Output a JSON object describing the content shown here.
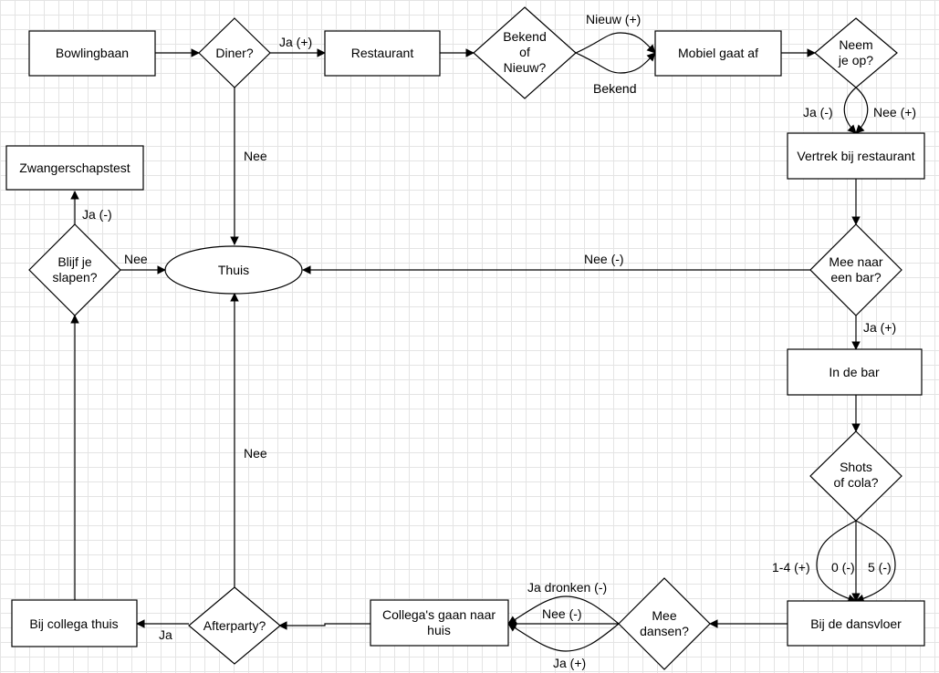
{
  "nodes": [
    {
      "id": "bowlingbaan",
      "label": "Bowlingbaan"
    },
    {
      "id": "diner",
      "label": "Diner?"
    },
    {
      "id": "restaurant",
      "label": "Restaurant"
    },
    {
      "id": "bekend_nieuw",
      "label": "Bekend\nof\nNieuw?"
    },
    {
      "id": "mobiel",
      "label": "Mobiel gaat af"
    },
    {
      "id": "neem_op",
      "label": "Neem\nje op?"
    },
    {
      "id": "vertrek",
      "label": "Vertrek bij restaurant"
    },
    {
      "id": "mee_bar",
      "label": "Mee naar\neen bar?"
    },
    {
      "id": "in_bar",
      "label": "In de bar"
    },
    {
      "id": "shots",
      "label": "Shots\nof cola?"
    },
    {
      "id": "dansvloer",
      "label": "Bij de dansvloer"
    },
    {
      "id": "mee_dansen",
      "label": "Mee\ndansen?"
    },
    {
      "id": "collegas",
      "label": "Collega's gaan naar\nhuis"
    },
    {
      "id": "afterparty",
      "label": "Afterparty?"
    },
    {
      "id": "collega_thuis",
      "label": "Bij collega thuis"
    },
    {
      "id": "blijf_slapen",
      "label": "Blijf je\nslapen?"
    },
    {
      "id": "zwanger",
      "label": "Zwangerschapstest"
    },
    {
      "id": "thuis",
      "label": "Thuis"
    }
  ],
  "edges": [
    {
      "id": "bowling-diner",
      "label": ""
    },
    {
      "id": "diner-restaurant",
      "label": "Ja (+)"
    },
    {
      "id": "diner-thuis",
      "label": "Nee"
    },
    {
      "id": "restaurant-bekend",
      "label": ""
    },
    {
      "id": "bekend-mobiel-nieuw",
      "label": "Nieuw (+)"
    },
    {
      "id": "bekend-mobiel-bekend",
      "label": "Bekend"
    },
    {
      "id": "mobiel-neem",
      "label": ""
    },
    {
      "id": "neem-vertrek-ja",
      "label": "Ja (-)"
    },
    {
      "id": "neem-vertrek-nee",
      "label": "Nee (+)"
    },
    {
      "id": "vertrek-meebar",
      "label": ""
    },
    {
      "id": "meebar-thuis",
      "label": "Nee (-)"
    },
    {
      "id": "meebar-inbar",
      "label": "Ja (+)"
    },
    {
      "id": "inbar-shots",
      "label": ""
    },
    {
      "id": "shots-dans-14",
      "label": "1-4 (+)"
    },
    {
      "id": "shots-dans-0",
      "label": "0 (-)"
    },
    {
      "id": "shots-dans-5",
      "label": "5 (-)"
    },
    {
      "id": "dans-meedansen",
      "label": ""
    },
    {
      "id": "meedansen-collegas-dronken",
      "label": "Ja dronken (-)"
    },
    {
      "id": "meedansen-collegas-nee",
      "label": "Nee (-)"
    },
    {
      "id": "meedansen-collegas-ja",
      "label": "Ja (+)"
    },
    {
      "id": "collegas-afterparty",
      "label": ""
    },
    {
      "id": "afterparty-thuis",
      "label": "Nee"
    },
    {
      "id": "afterparty-collegathuis",
      "label": "Ja"
    },
    {
      "id": "collegathuis-blijf",
      "label": ""
    },
    {
      "id": "blijf-zwanger",
      "label": "Ja (-)"
    },
    {
      "id": "blijf-thuis",
      "label": "Nee"
    }
  ],
  "colors": {
    "line": "#000000",
    "fill": "#ffffff",
    "grid": "#e4e4e4"
  }
}
